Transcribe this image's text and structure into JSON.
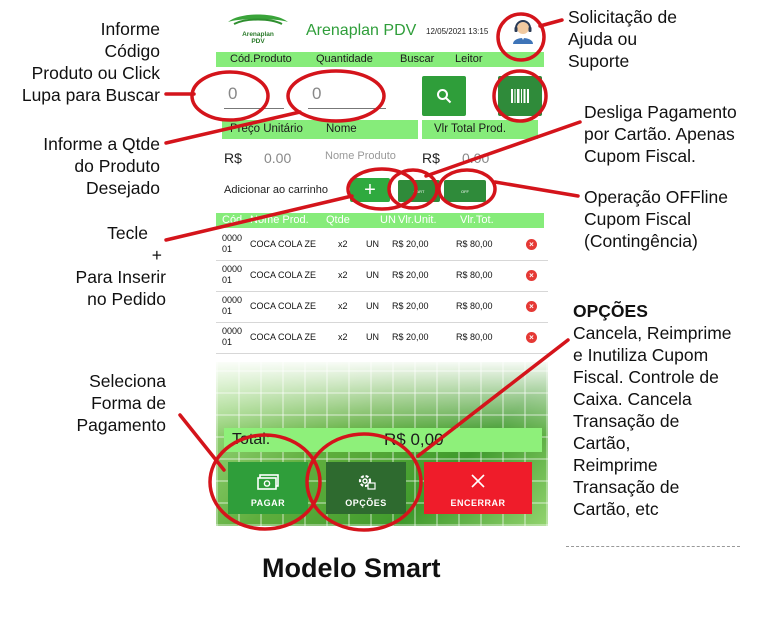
{
  "app": {
    "logo_text_top": "Arenaplan",
    "logo_text_bottom": "PDV",
    "title": "Arenaplan PDV",
    "datetime": "12/05/2021 13:15"
  },
  "product_header": {
    "codigo": "Cód.Produto",
    "quantidade": "Quantidade",
    "buscar": "Buscar",
    "leitor": "Leitor"
  },
  "inputs": {
    "codigo_value": "0",
    "quantidade_value": "0"
  },
  "price_header": {
    "preco": "Preço Unitário",
    "nome": "Nome",
    "total": "Vlr Total Prod."
  },
  "price_values": {
    "currency": "R$",
    "preco": "0.00",
    "nome_placeholder": "Nome Produto",
    "total": "0.00"
  },
  "add_to_cart": {
    "label": "Adicionar ao carrinho",
    "plus": "+",
    "btn2": "CART",
    "btn3": "OFF"
  },
  "table": {
    "headers": [
      "Cód.",
      "Nome Prod.",
      "Qtde",
      "UN",
      "Vlr.Unit.",
      "Vlr.Tot."
    ],
    "rows": [
      {
        "code1": "0000",
        "code2": "01",
        "name": "COCA COLA ZE",
        "qty": "x2",
        "un": "UN",
        "unit": "R$ 20,00",
        "total": "R$ 80,00"
      },
      {
        "code1": "0000",
        "code2": "01",
        "name": "COCA COLA ZE",
        "qty": "x2",
        "un": "UN",
        "unit": "R$ 20,00",
        "total": "R$ 80,00"
      },
      {
        "code1": "0000",
        "code2": "01",
        "name": "COCA COLA ZE",
        "qty": "x2",
        "un": "UN",
        "unit": "R$ 20,00",
        "total": "R$ 80,00"
      },
      {
        "code1": "0000",
        "code2": "01",
        "name": "COCA COLA ZE",
        "qty": "x2",
        "un": "UN",
        "unit": "R$ 20,00",
        "total": "R$ 80,00"
      }
    ]
  },
  "total": {
    "label": "Total:",
    "value": "R$ 0,00"
  },
  "buttons": {
    "pagar": "PAGAR",
    "opcoes": "OPÇÕES",
    "encerrar": "ENCERRAR"
  },
  "annotations": {
    "informe_codigo": [
      "Informe",
      "Código",
      "Produto ou Click",
      "Lupa para Buscar"
    ],
    "informe_qtde": [
      "Informe a Qtde",
      "do Produto",
      "Desejado"
    ],
    "tecle": [
      "Tecle",
      "+",
      "Para Inserir",
      "no Pedido"
    ],
    "seleciona": [
      "Seleciona",
      "Forma de",
      "Pagamento"
    ],
    "solicitacao": [
      "Solicitação de",
      "Ajuda ou",
      "Suporte"
    ],
    "desliga": [
      "Desliga Pagamento",
      "por Cartão. Apenas",
      "Cupom Fiscal."
    ],
    "offline": [
      "Operação OFFline",
      "Cupom Fiscal",
      "(Contingência)"
    ],
    "opcoes_title": "OPÇÕES",
    "opcoes_desc": [
      "Cancela, Reimprime",
      "e Inutiliza Cupom",
      "Fiscal. Controle de",
      "Caixa. Cancela",
      "Transação de",
      "Cartão,",
      "Reimprime",
      "Transação de",
      "Cartão, etc"
    ]
  },
  "caption": "Modelo Smart",
  "colors": {
    "header_green": "#86ec7a",
    "button_green": "#2e8b3a",
    "encerrar_red": "#ef1c2a",
    "circle_red": "#d4141b"
  }
}
